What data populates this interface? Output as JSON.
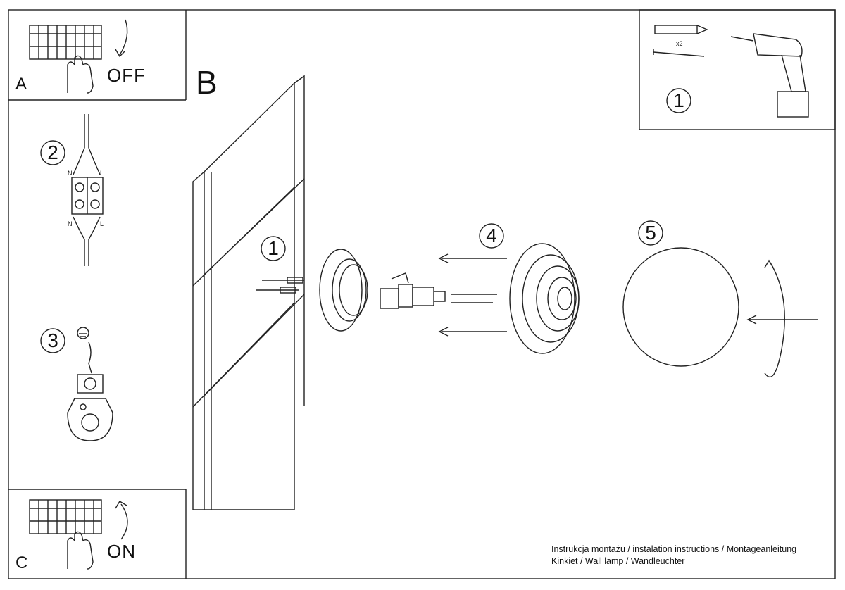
{
  "panels": {
    "a": {
      "letter": "A",
      "switch_label": "OFF"
    },
    "b": {
      "letter": "B"
    },
    "c": {
      "letter": "C",
      "switch_label": "ON"
    }
  },
  "steps": {
    "wiring": {
      "number": "2",
      "terminal_left": "N",
      "terminal_right": "L"
    },
    "ground": {
      "number": "3"
    },
    "tools": {
      "number": "1",
      "quantity": "x2"
    },
    "mount": {
      "number": "1"
    },
    "shade": {
      "number": "4"
    },
    "globe": {
      "number": "5"
    }
  },
  "footer": {
    "line1": "Instrukcja montażu / instalation instructions / Montageanleitung",
    "line2": "Kinkiet / Wall lamp / Wandleuchter"
  },
  "colors": {
    "ink": "#111111",
    "background": "#ffffff"
  }
}
